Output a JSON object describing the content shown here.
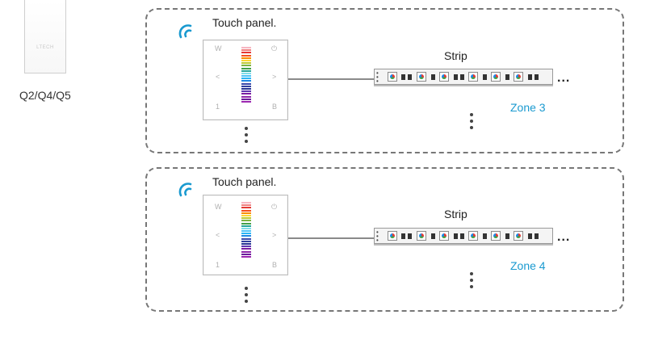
{
  "controller": {
    "brand": "LTECH",
    "label": "Q2/Q4/Q5"
  },
  "zones": [
    {
      "panel_title": "Touch panel.",
      "strip_label": "Strip",
      "zone_label": "Zone 3",
      "continuation": "..."
    },
    {
      "panel_title": "Touch panel.",
      "strip_label": "Strip",
      "zone_label": "Zone 4",
      "continuation": "..."
    }
  ],
  "touch_panel": {
    "top_left": "W",
    "top_right": "⏻",
    "mid_left": "<",
    "mid_right": ">",
    "bottom_left": "1",
    "bottom_right": "B"
  },
  "colors": {
    "zone_label": "#1a9ad0",
    "wifi_icon": "#1a9ad0",
    "dashed_border": "#777777"
  },
  "icons": [
    "wifi-signal-icon",
    "led-chip-icon"
  ]
}
